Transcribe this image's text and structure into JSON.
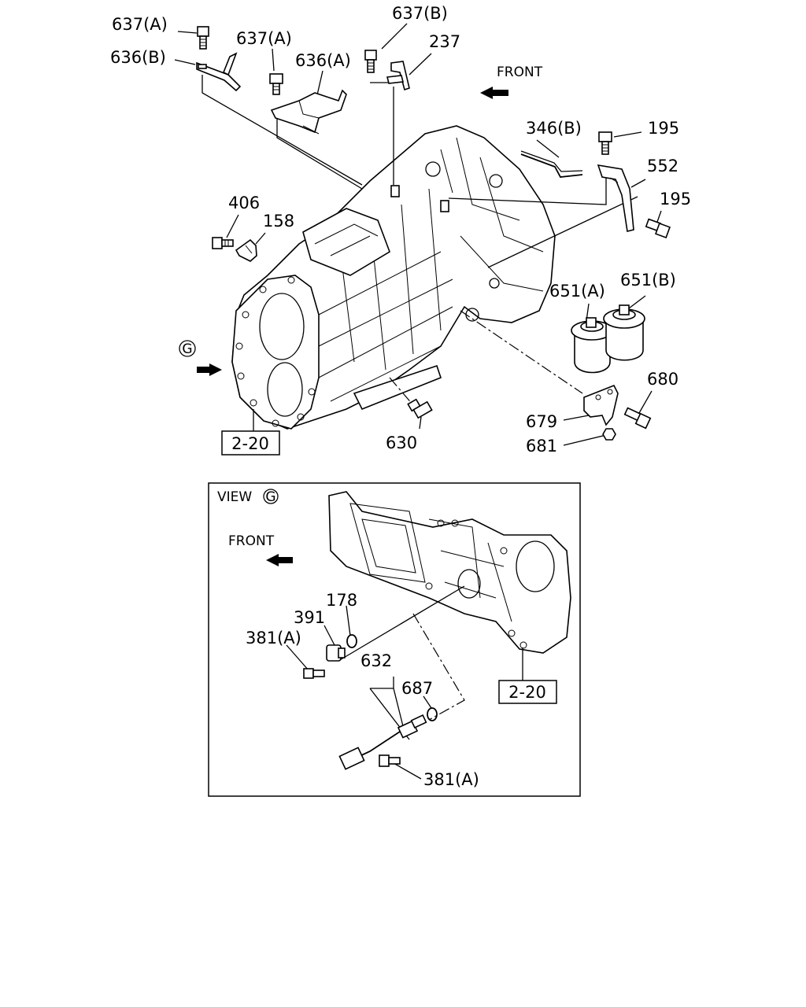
{
  "callouts": {
    "c637a_top": "637(A)",
    "c636b": "636(B)",
    "c637a_mid": "637(A)",
    "c636a": "636(A)",
    "c637b": "637(B)",
    "c237": "237",
    "front_main": "FRONT",
    "c346b": "346(B)",
    "c195_top": "195",
    "c552": "552",
    "c195_right": "195",
    "c406": "406",
    "c158": "158",
    "c651a": "651(A)",
    "c651b": "651(B)",
    "view_marker": "G",
    "c680": "680",
    "c679": "679",
    "c681": "681",
    "c630": "630",
    "ref_main": "2-20"
  },
  "inset": {
    "title": "VIEW",
    "marker": "G",
    "front": "FRONT",
    "c178": "178",
    "c391": "391",
    "c381a_left": "381(A)",
    "c632": "632",
    "c687": "687",
    "c381a_bottom": "381(A)",
    "ref": "2-20"
  }
}
